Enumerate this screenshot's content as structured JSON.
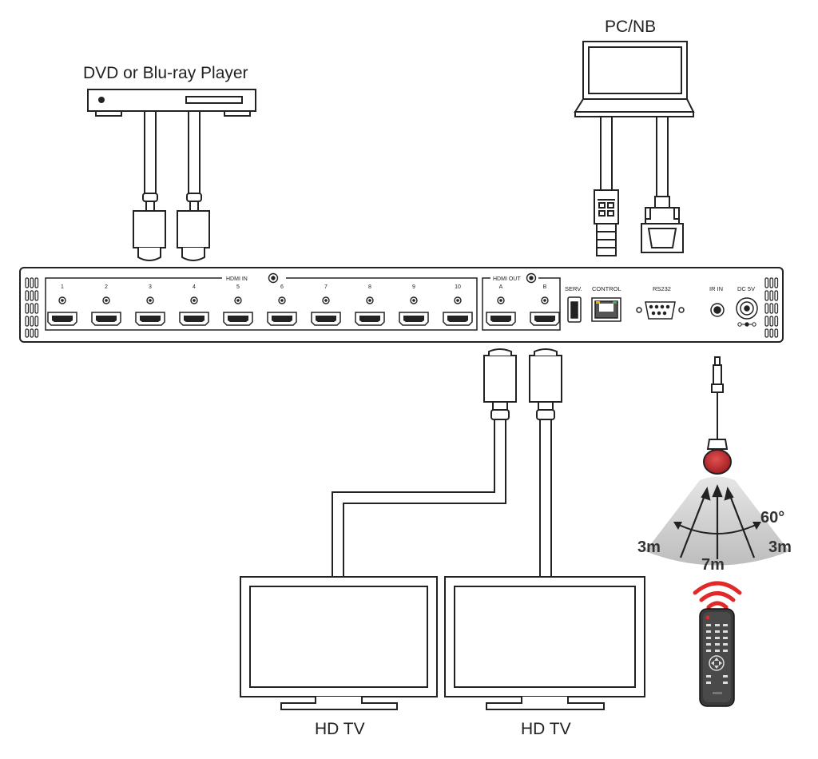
{
  "labels": {
    "source_player": "DVD or Blu-ray Player",
    "source_pc": "PC/NB",
    "tv_a": "HD TV",
    "tv_b": "HD TV"
  },
  "panel": {
    "hdmi_in_label": "HDMI IN",
    "hdmi_in_ports": [
      "1",
      "2",
      "3",
      "4",
      "5",
      "6",
      "7",
      "8",
      "9",
      "10"
    ],
    "hdmi_out_label": "HDMI OUT",
    "hdmi_out_ports": [
      "A",
      "B"
    ],
    "serv_label": "SERV.",
    "control_label": "CONTROL",
    "rs232_label": "RS232",
    "ir_in_label": "IR IN",
    "dc_label": "DC 5V"
  },
  "ir": {
    "angle": "60°",
    "range_left": "3m",
    "range_center": "7m",
    "range_right": "3m"
  },
  "colors": {
    "line": "#222222",
    "ir_receiver": "#c8282d",
    "wifi_signal": "#e02a2a",
    "ir_zone": "#cfcfcf"
  }
}
